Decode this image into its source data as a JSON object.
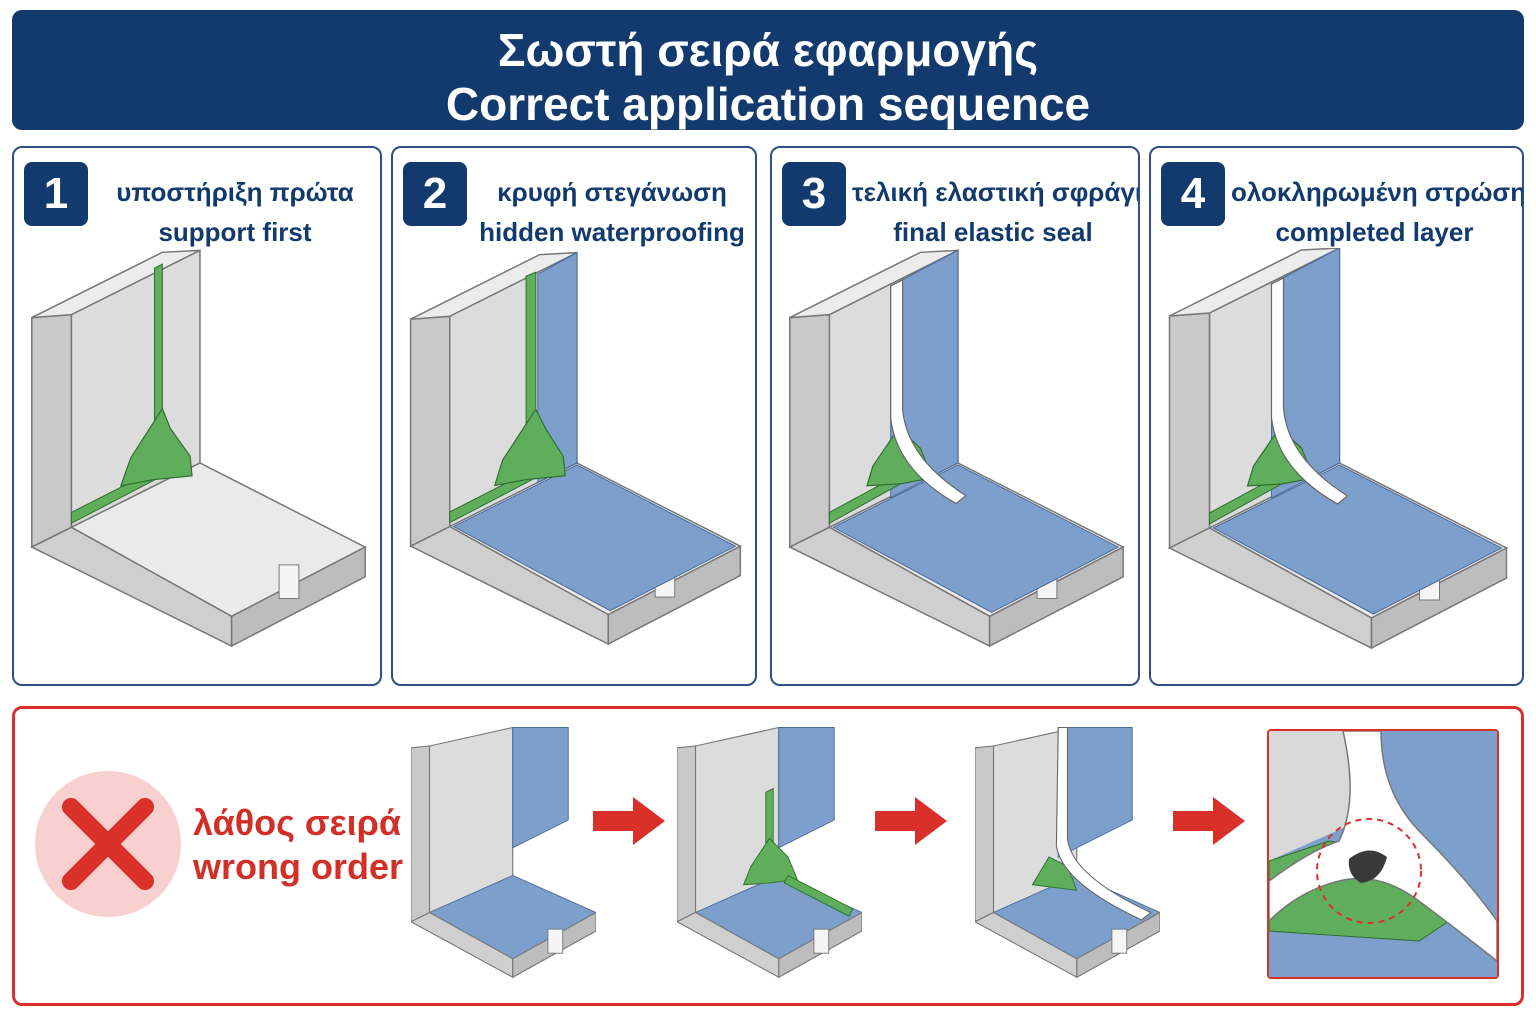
{
  "header": {
    "title_el": "Σωστή σειρά εφαρμογής",
    "title_en": "Correct application sequence"
  },
  "steps": [
    {
      "number": "1",
      "label_el": "υποστήριξη πρώτα",
      "label_en": "support first"
    },
    {
      "number": "2",
      "label_el": "κρυφή στεγάνωση",
      "label_en": "hidden waterproofing"
    },
    {
      "number": "3",
      "label_el": "τελική ελαστική σφράγιση",
      "label_en": "final elastic seal"
    },
    {
      "number": "4",
      "label_el": "ολοκληρωμένη στρώση",
      "label_en": "completed layer"
    }
  ],
  "wrong": {
    "label_el": "λάθος σειρά",
    "label_en": "wrong order"
  },
  "icons": {
    "wrong": "x-mark-icon",
    "next": "arrow-right-icon",
    "detail": "dashed-circle-icon"
  },
  "colors": {
    "header_bg": "#123a6e",
    "membrane_blue": "#7d9fcb",
    "support_green": "#5fae5c",
    "seal_white": "#ffffff",
    "concrete": "#d9d9d9",
    "wrong_red": "#d9302a"
  }
}
